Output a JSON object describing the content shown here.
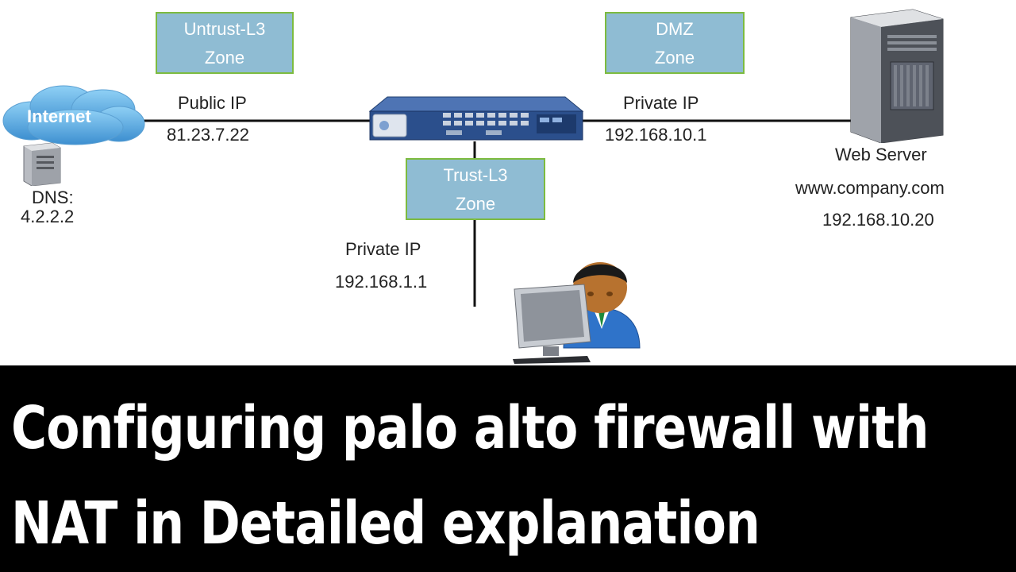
{
  "diagram": {
    "zones": {
      "untrust": {
        "line1": "Untrust-L3",
        "line2": "Zone"
      },
      "dmz": {
        "line1": "DMZ",
        "line2": "Zone"
      },
      "trust": {
        "line1": "Trust-L3",
        "line2": "Zone"
      }
    },
    "internet": {
      "label": "Internet"
    },
    "dns": {
      "label": "DNS:",
      "ip": "4.2.2.2"
    },
    "public_link": {
      "label": "Public IP",
      "ip": "81.23.7.22"
    },
    "dmz_link": {
      "label": "Private IP",
      "ip": "192.168.10.1"
    },
    "trust_link": {
      "label": "Private IP",
      "ip": "192.168.1.1"
    },
    "web_server": {
      "label": "Web Server",
      "host": "www.company.com",
      "ip": "192.168.10.20"
    }
  },
  "banner": {
    "line1": "Configuring palo alto firewall with",
    "line2": "NAT in Detailed explanation"
  },
  "colors": {
    "zone_fill": "#8fbcd3",
    "zone_border": "#7dbb3f",
    "cloud": "#5aa9e0",
    "firewall": "#2c4f8a",
    "banner_bg": "#000000",
    "banner_text": "#ffffff"
  }
}
